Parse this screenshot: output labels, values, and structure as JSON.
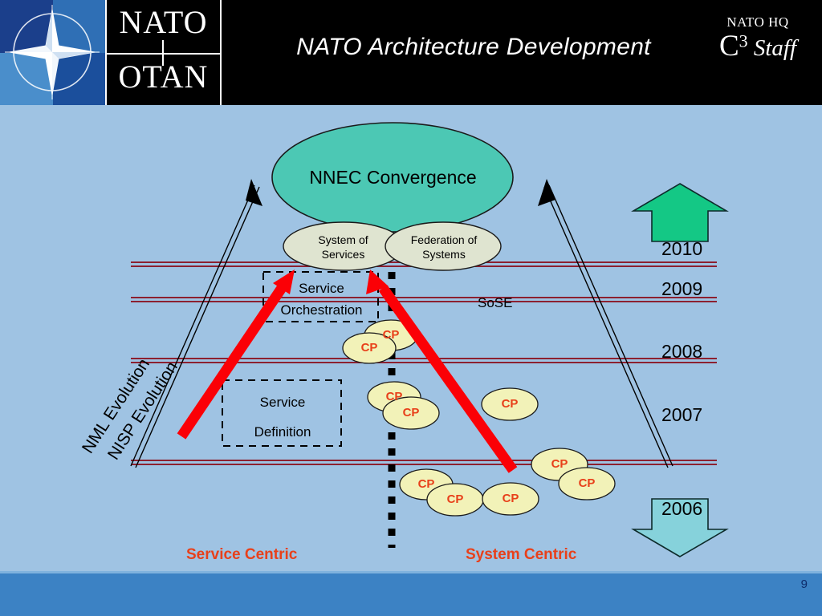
{
  "header": {
    "logo_nato": "NATO",
    "logo_otan": "OTAN",
    "title": "NATO Architecture Development",
    "c3_line1": "NATO HQ",
    "c3_letter": "C",
    "c3_sup": "3",
    "c3_word": "Staff"
  },
  "footer": {
    "page_number": "9"
  },
  "diagram": {
    "top_ellipse": "NNEC Convergence",
    "left_ellipse": "System of\nServices",
    "left_ellipse_line1": "System of",
    "left_ellipse_line2": "Services",
    "right_ellipse_line1": "Federation of",
    "right_ellipse_line2": "Systems",
    "box_orchestration_line1": "Service",
    "box_orchestration_line2": "Orchestration",
    "box_definition_line1": "Service",
    "box_definition_line2": "Definition",
    "sose_label": "SoSE",
    "left_axis_label_1": "NML Evolution",
    "left_axis_label_2": "NISP Evolution",
    "bottom_left_label": "Service Centric",
    "bottom_right_label": "System Centric",
    "years": [
      "2010",
      "2009",
      "2008",
      "2007",
      "2006"
    ],
    "cp_label": "CP",
    "cp_count": 10,
    "up_arrow_name": "green-up-arrow",
    "down_arrow_name": "cyan-down-arrow"
  },
  "colors": {
    "background": "#9fc3e3",
    "header_bg": "#000000",
    "footer_bg": "#3c82c4",
    "nnec_fill": "#4cc8b4",
    "pale_ellipse_fill": "#dfe4d0",
    "cp_fill": "#f2f2b8",
    "cp_text": "#e8401a",
    "timeline_line": "#8c2030",
    "red_arrow": "#fb0006",
    "up_arrow_fill": "#14c885",
    "down_arrow_fill": "#86d2db",
    "accent_text": "#e8401a"
  }
}
